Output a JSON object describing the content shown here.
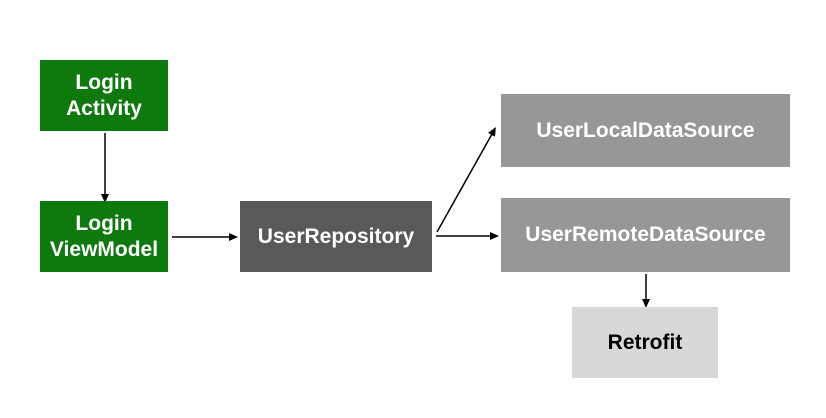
{
  "diagram": {
    "background_color": "#ffffff",
    "arrow_color": "#000000",
    "nodes": [
      {
        "id": "login-activity",
        "label": "Login Activity",
        "bg": "#0e7a0e",
        "text_color": "#ffffff"
      },
      {
        "id": "login-viewmodel",
        "label": "Login ViewModel",
        "bg": "#0e7a0e",
        "text_color": "#ffffff"
      },
      {
        "id": "user-repository",
        "label": "UserRepository",
        "bg": "#595959",
        "text_color": "#ffffff"
      },
      {
        "id": "user-local-datasource",
        "label": "UserLocalDataSource",
        "bg": "#979797",
        "text_color": "#ffffff"
      },
      {
        "id": "user-remote-datasource",
        "label": "UserRemoteDataSource",
        "bg": "#979797",
        "text_color": "#ffffff"
      },
      {
        "id": "retrofit",
        "label": "Retrofit",
        "bg": "#d8d8d8",
        "text_color": "#000000"
      }
    ],
    "edges": [
      {
        "from": "login-activity",
        "to": "login-viewmodel"
      },
      {
        "from": "login-viewmodel",
        "to": "user-repository"
      },
      {
        "from": "user-repository",
        "to": "user-local-datasource"
      },
      {
        "from": "user-repository",
        "to": "user-remote-datasource"
      },
      {
        "from": "user-remote-datasource",
        "to": "retrofit"
      }
    ]
  }
}
